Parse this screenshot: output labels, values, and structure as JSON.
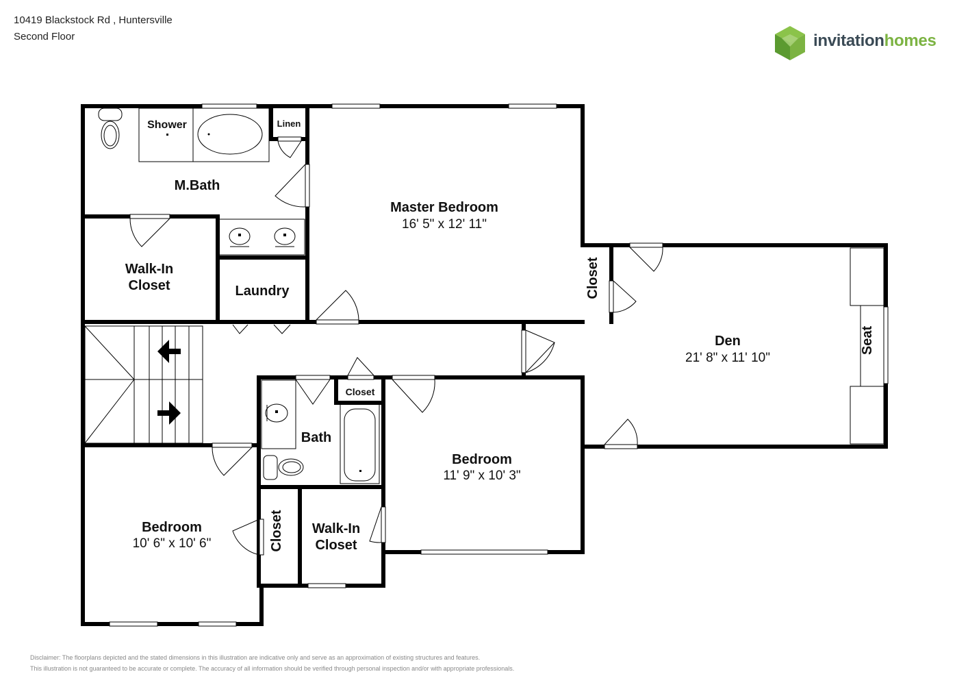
{
  "header": {
    "address": "10419 Blackstock Rd , Huntersville",
    "floor": "Second Floor"
  },
  "logo": {
    "part1": "invitation",
    "part2": "homes",
    "icon": "invitation-homes-logo-icon",
    "colors": {
      "green": "#7cb342",
      "dark_green": "#4e8a2e",
      "gray": "#3a4a55"
    }
  },
  "rooms": {
    "master_bedroom": {
      "name": "Master Bedroom",
      "dims": "16' 5\" x 12' 11\""
    },
    "den": {
      "name": "Den",
      "dims": "21' 8\" x 11' 10\""
    },
    "bedroom_2": {
      "name": "Bedroom",
      "dims": "11' 9\" x 10' 3\""
    },
    "bedroom_3": {
      "name": "Bedroom",
      "dims": "10' 6\" x 10' 6\""
    },
    "mbath": "M.Bath",
    "shower": "Shower",
    "linen": "Linen",
    "walkin_1": [
      "Walk-In",
      "Closet"
    ],
    "walkin_2": [
      "Walk-In",
      "Closet"
    ],
    "laundry": "Laundry",
    "bath": "Bath",
    "closet_hall": "Closet",
    "closet_master": "Closet",
    "closet_bed3": "Closet",
    "seat": "Seat"
  },
  "disclaimer": {
    "line1": "Disclaimer: The floorplans depicted and the stated dimensions in this illustration are indicative only and serve as an approximation of existing structures and features.",
    "line2": "This illustration is not guaranteed to be accurate or complete. The accuracy of all information should be verified through personal inspection and/or with appropriate professionals."
  }
}
